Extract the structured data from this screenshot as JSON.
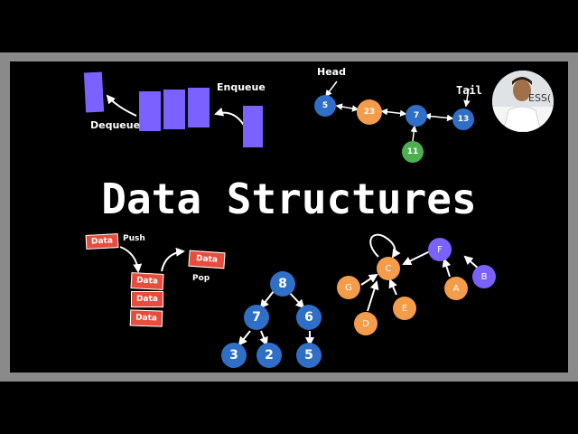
{
  "title": "Data Structures",
  "queue": {
    "dequeue_label": "Dequeue",
    "enqueue_label": "Enqueue"
  },
  "linked_list": {
    "head_label": "Head",
    "tail_label": "Tail",
    "nodes": [
      "5",
      "23",
      "7",
      "13",
      "11"
    ]
  },
  "stack": {
    "push_label": "Push",
    "pop_label": "Pop",
    "item_label": "Data"
  },
  "tree": {
    "nodes": [
      "8",
      "7",
      "6",
      "3",
      "2",
      "5"
    ]
  },
  "graph": {
    "nodes": [
      "C",
      "F",
      "B",
      "A",
      "G",
      "E",
      "D"
    ]
  },
  "avatar": {
    "shirt_text": "ESS("
  },
  "colors": {
    "queue": "#7b61ff",
    "ll_blue": "#2f6fc7",
    "ll_orange": "#f39c4a",
    "ll_green": "#4caf50",
    "stack": "#e74c3c",
    "graph_purple": "#7b61ff",
    "graph_orange": "#f39c4a",
    "frame": "#8a8a8a"
  }
}
